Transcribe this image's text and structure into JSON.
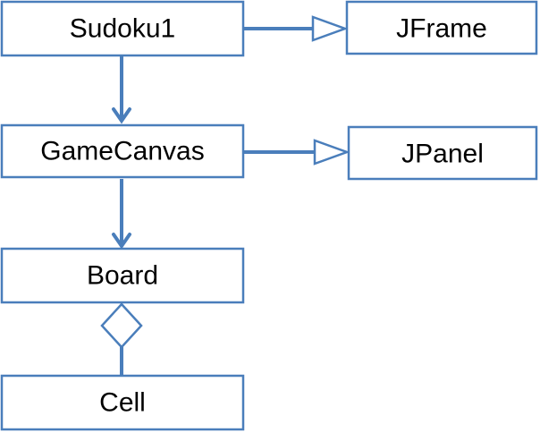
{
  "diagram": {
    "type": "uml-class-diagram",
    "line_color": "#4a7ebb",
    "nodes": {
      "sudoku1": "Sudoku1",
      "jframe": "JFrame",
      "gamecanvas": "GameCanvas",
      "jpanel": "JPanel",
      "board": "Board",
      "cell": "Cell"
    },
    "edges": [
      {
        "from": "Sudoku1",
        "to": "JFrame",
        "kind": "generalization"
      },
      {
        "from": "Sudoku1",
        "to": "GameCanvas",
        "kind": "association"
      },
      {
        "from": "GameCanvas",
        "to": "JPanel",
        "kind": "generalization"
      },
      {
        "from": "GameCanvas",
        "to": "Board",
        "kind": "association"
      },
      {
        "from": "Board",
        "to": "Cell",
        "kind": "aggregation"
      }
    ]
  }
}
